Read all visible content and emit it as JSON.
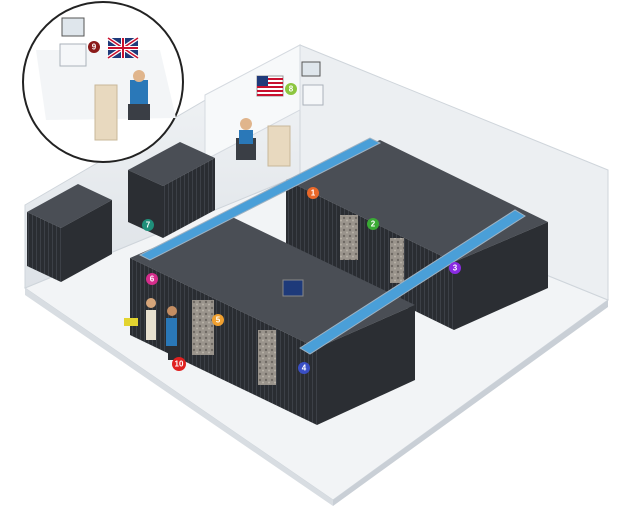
{
  "markers": [
    {
      "label": "1",
      "color": "#e8682a"
    },
    {
      "label": "2",
      "color": "#3aaa35"
    },
    {
      "label": "3",
      "color": "#8a2be2"
    },
    {
      "label": "4",
      "color": "#3a4fc4"
    },
    {
      "label": "5",
      "color": "#f0a030"
    },
    {
      "label": "6",
      "color": "#d62d8c"
    },
    {
      "label": "7",
      "color": "#1f8f7a"
    },
    {
      "label": "8",
      "color": "#8cc63f"
    },
    {
      "label": "9",
      "color": "#8b1a1a"
    },
    {
      "label": "10",
      "color": "#e02020"
    }
  ],
  "colors": {
    "floor": "#f2f4f6",
    "wall": "#e4e8ec",
    "rack_dark": "#2b2e33",
    "rack_mid": "#3a3e45",
    "rack_top": "#4a4e55",
    "stone": "#8a8580",
    "cable_tray": "#4a9fd8"
  },
  "flags": [
    "uk-flag",
    "us-flag"
  ]
}
